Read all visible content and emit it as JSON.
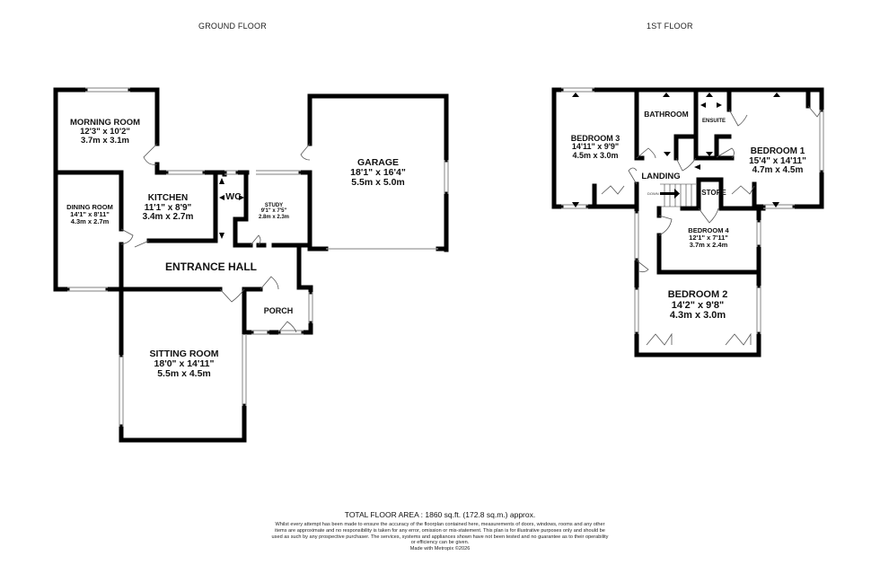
{
  "floors": [
    {
      "title": "GROUND FLOOR",
      "rooms": [
        {
          "name": "MORNING ROOM",
          "imperial": "12'3\"  x 10'2\"",
          "metric": "3.7m  x 3.1m"
        },
        {
          "name": "DINING ROOM",
          "imperial": "14'1\"  x 8'11\"",
          "metric": "4.3m  x 2.7m"
        },
        {
          "name": "KITCHEN",
          "imperial": "11'1\"  x 8'9\"",
          "metric": "3.4m  x 2.7m"
        },
        {
          "name": "WC",
          "imperial": "",
          "metric": ""
        },
        {
          "name": "STUDY",
          "imperial": "9'1\"  x 7'5\"",
          "metric": "2.8m  x 2.3m"
        },
        {
          "name": "GARAGE",
          "imperial": "18'1\"  x 16'4\"",
          "metric": "5.5m  x 5.0m"
        },
        {
          "name": "ENTRANCE HALL",
          "imperial": "",
          "metric": ""
        },
        {
          "name": "PORCH",
          "imperial": "",
          "metric": ""
        },
        {
          "name": "SITTING ROOM",
          "imperial": "18'0\"  x 14'11\"",
          "metric": "5.5m  x 4.5m"
        }
      ]
    },
    {
      "title": "1ST FLOOR",
      "rooms": [
        {
          "name": "BEDROOM 3",
          "imperial": "14'11\"  x 9'9\"",
          "metric": "4.5m  x 3.0m"
        },
        {
          "name": "BATHROOM",
          "imperial": "",
          "metric": ""
        },
        {
          "name": "ENSUITE",
          "imperial": "",
          "metric": ""
        },
        {
          "name": "BEDROOM 1",
          "imperial": "15'4\"  x 14'11\"",
          "metric": "4.7m  x 4.5m"
        },
        {
          "name": "LANDING",
          "imperial": "",
          "metric": ""
        },
        {
          "name": "STORE",
          "imperial": "",
          "metric": ""
        },
        {
          "name": "BEDROOM 4",
          "imperial": "12'1\"  x 7'11\"",
          "metric": "3.7m  x 2.4m"
        },
        {
          "name": "BEDROOM 2",
          "imperial": "14'2\"  x 9'8\"",
          "metric": "4.3m  x 3.0m"
        }
      ],
      "stair_label": "DOWN"
    }
  ],
  "footer": {
    "total_area": "TOTAL FLOOR AREA : 1860 sq.ft. (172.8 sq.m.) approx.",
    "disclaimer": "Whilst every attempt has been made to ensure the accuracy of the floorplan contained here, measurements of doors, windows, rooms and any other items are approximate and no responsibility is taken for any error, omission or mis-statement. This plan is for illustrative purposes only and should be used as such by any prospective purchaser. The services, systems and appliances shown have not been tested and no guarantee as to their operability or efficiency can be given.",
    "credit": "Made with Metropix ©2026"
  },
  "colors": {
    "wall": "#000000",
    "window": "#9a9a9a",
    "background": "#ffffff"
  }
}
